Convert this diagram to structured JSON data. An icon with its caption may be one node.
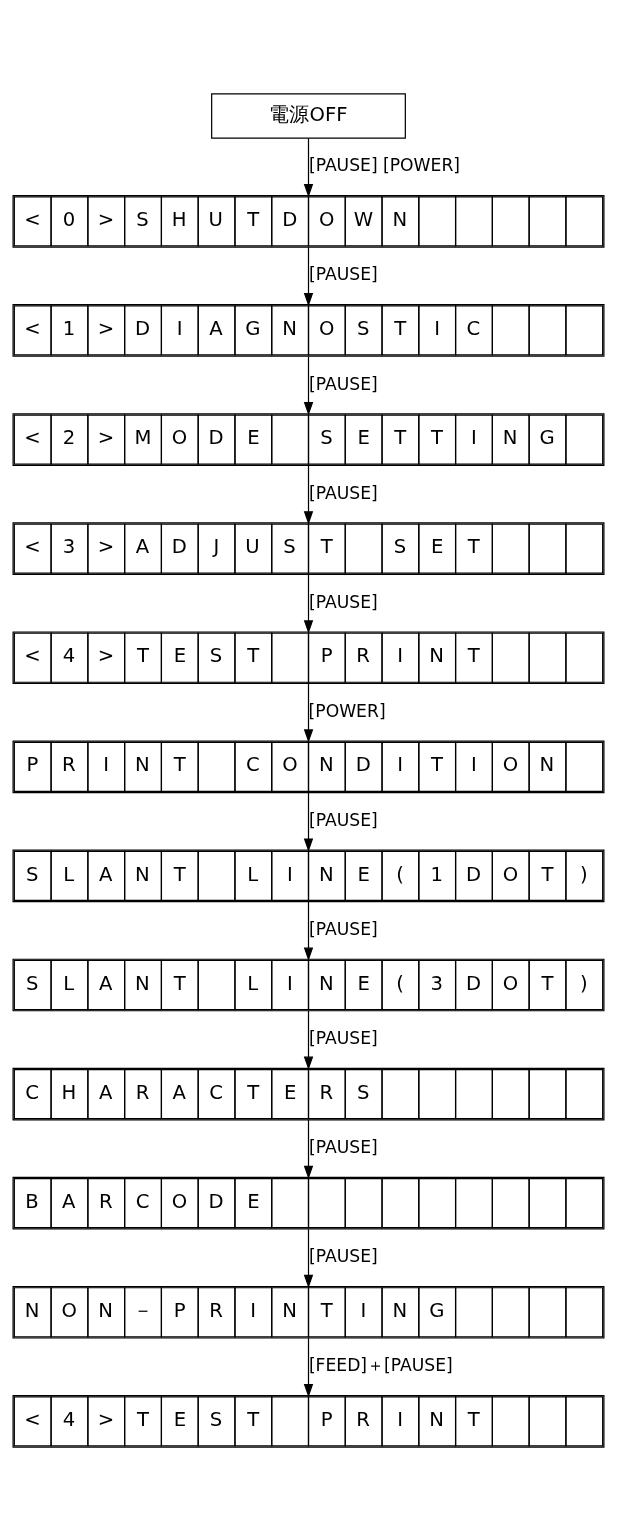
{
  "diagram": {
    "nodes": [
      {
        "text": [
          "電源OFF"
        ]
      },
      {
        "text": [
          "< 0 > S H U T D O W N"
        ]
      },
      {
        "text": [
          "< 1 > D I A G N O S T I C"
        ]
      },
      {
        "text": [
          "< 2 > M O D E   S E T T I N G"
        ]
      },
      {
        "text": [
          "< 3 > A D J U S T   S E T"
        ]
      },
      {
        "text": [
          "< 4 > T E S T   P R I N T"
        ]
      },
      {
        "text": [
          "P R I N T   C O N D I T I O N"
        ]
      },
      {
        "text": [
          "S L A N T   L I N E ( 1 D O T )"
        ]
      },
      {
        "text": [
          "S L A N T   L I N E ( 3 D O T )"
        ]
      },
      {
        "text": [
          "C H A R A C T E R S"
        ]
      },
      {
        "text": [
          "B A R C O D E"
        ]
      },
      {
        "text": [
          "N O N － P R I N T I N G"
        ]
      },
      {
        "text": [
          "< 4 > T E S T   P R I N T"
        ]
      }
    ],
    "edges": [
      {
        "from": 0,
        "to": 1,
        "arrow": "to",
        "label": "[PAUSE] [POWER]"
      },
      {
        "from": 1,
        "to": 2,
        "arrow": "to",
        "label": "[PAUSE]"
      },
      {
        "from": 2,
        "to": 3,
        "arrow": "to",
        "label": "[PAUSE]"
      },
      {
        "from": 3,
        "to": 4,
        "arrow": "to",
        "label": "[PAUSE]"
      },
      {
        "from": 4,
        "to": 5,
        "arrow": "to",
        "label": "[PAUSE]"
      },
      {
        "from": 5,
        "to": 6,
        "arrow": "to",
        "label": "[POWER]"
      },
      {
        "from": 6,
        "to": 7,
        "arrow": "to",
        "label": "[PAUSE]"
      },
      {
        "from": 7,
        "to": 8,
        "arrow": "to",
        "label": "[PAUSE]"
      },
      {
        "from": 8,
        "to": 9,
        "arrow": "to",
        "label": "[PAUSE]"
      },
      {
        "from": 9,
        "to": 10,
        "arrow": "to",
        "label": "[PAUSE]"
      },
      {
        "from": 10,
        "to": 11,
        "arrow": "to",
        "label": "[PAUSE]"
      },
      {
        "from": 11,
        "to": 12,
        "arrow": "to",
        "label": "[FEED]＋[PAUSE]"
      }
    ]
  }
}
